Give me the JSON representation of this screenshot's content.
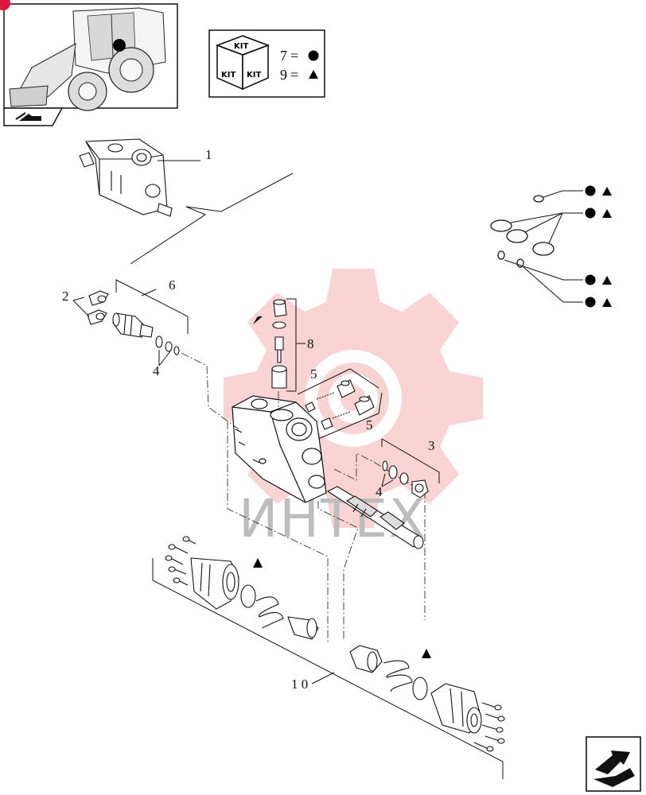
{
  "kit_legend": {
    "kit_label": "KIT",
    "entries": [
      {
        "number": "7",
        "equals": "=",
        "symbol": "circle"
      },
      {
        "number": "9",
        "equals": "=",
        "symbol": "triangle"
      }
    ]
  },
  "watermark": {
    "text": "ИНТЕХ",
    "color": "#f08080"
  },
  "callouts": {
    "c1": "1",
    "c2": "2",
    "c3": "3",
    "c4a": "4",
    "c4b": "4",
    "c5a": "5",
    "c5b": "5",
    "c6": "6",
    "c8": "8",
    "c10": "1 0"
  },
  "colors": {
    "line": "#111111",
    "watermark": "#f08080",
    "badge": "#e0143c"
  },
  "icons": [
    "backhoe-loader-thumbnail",
    "page-back-arrow-icon",
    "next-page-arrow-icon",
    "gear-watermark-icon"
  ]
}
